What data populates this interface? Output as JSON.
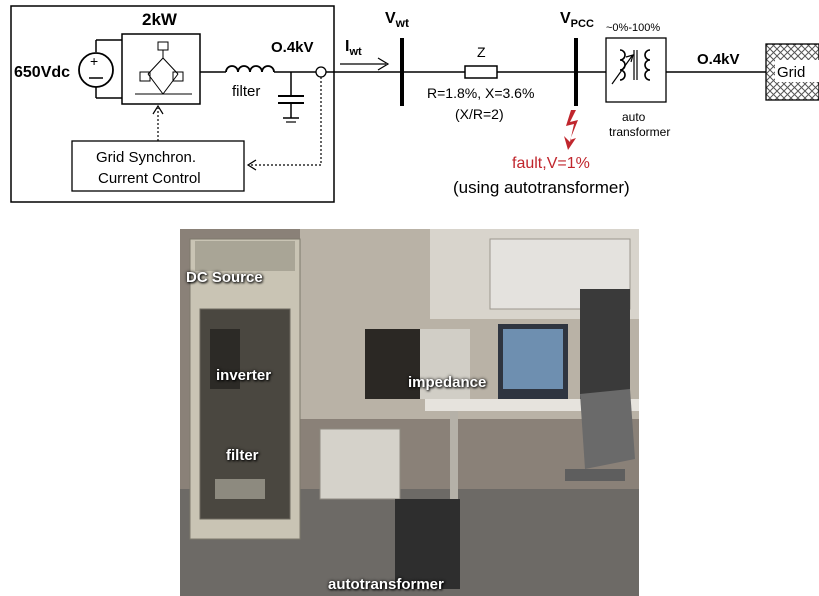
{
  "diagram": {
    "power_rating": "2kW",
    "dc_source": "650Vdc",
    "filter": "filter",
    "voltage_inverter": "O.4kV",
    "current_label": "I",
    "current_sub": "wt",
    "v_wt_label": "V",
    "v_wt_sub": "wt",
    "v_pcc_label": "V",
    "v_pcc_sub": "PCC",
    "autotransformer_range": "~0%-100%",
    "impedance_symbol": "Z",
    "impedance_values": "R=1.8%, X=3.6%",
    "impedance_ratio": "(X/R=2)",
    "autotransformer_line1": "auto",
    "autotransformer_line2": "transformer",
    "voltage_grid": "O.4kV",
    "grid": "Grid",
    "control_line1": "Grid Synchron.",
    "control_line2": "Current Control",
    "fault_label": "fault,V=1%",
    "fault_note": "(using autotransformer)",
    "fault_color": "#c0262d"
  },
  "photo": {
    "labels": {
      "dc_source": "DC Source",
      "inverter": "inverter",
      "filter": "filter",
      "impedance": "impedance",
      "autotransformer": "autotransformer"
    }
  }
}
